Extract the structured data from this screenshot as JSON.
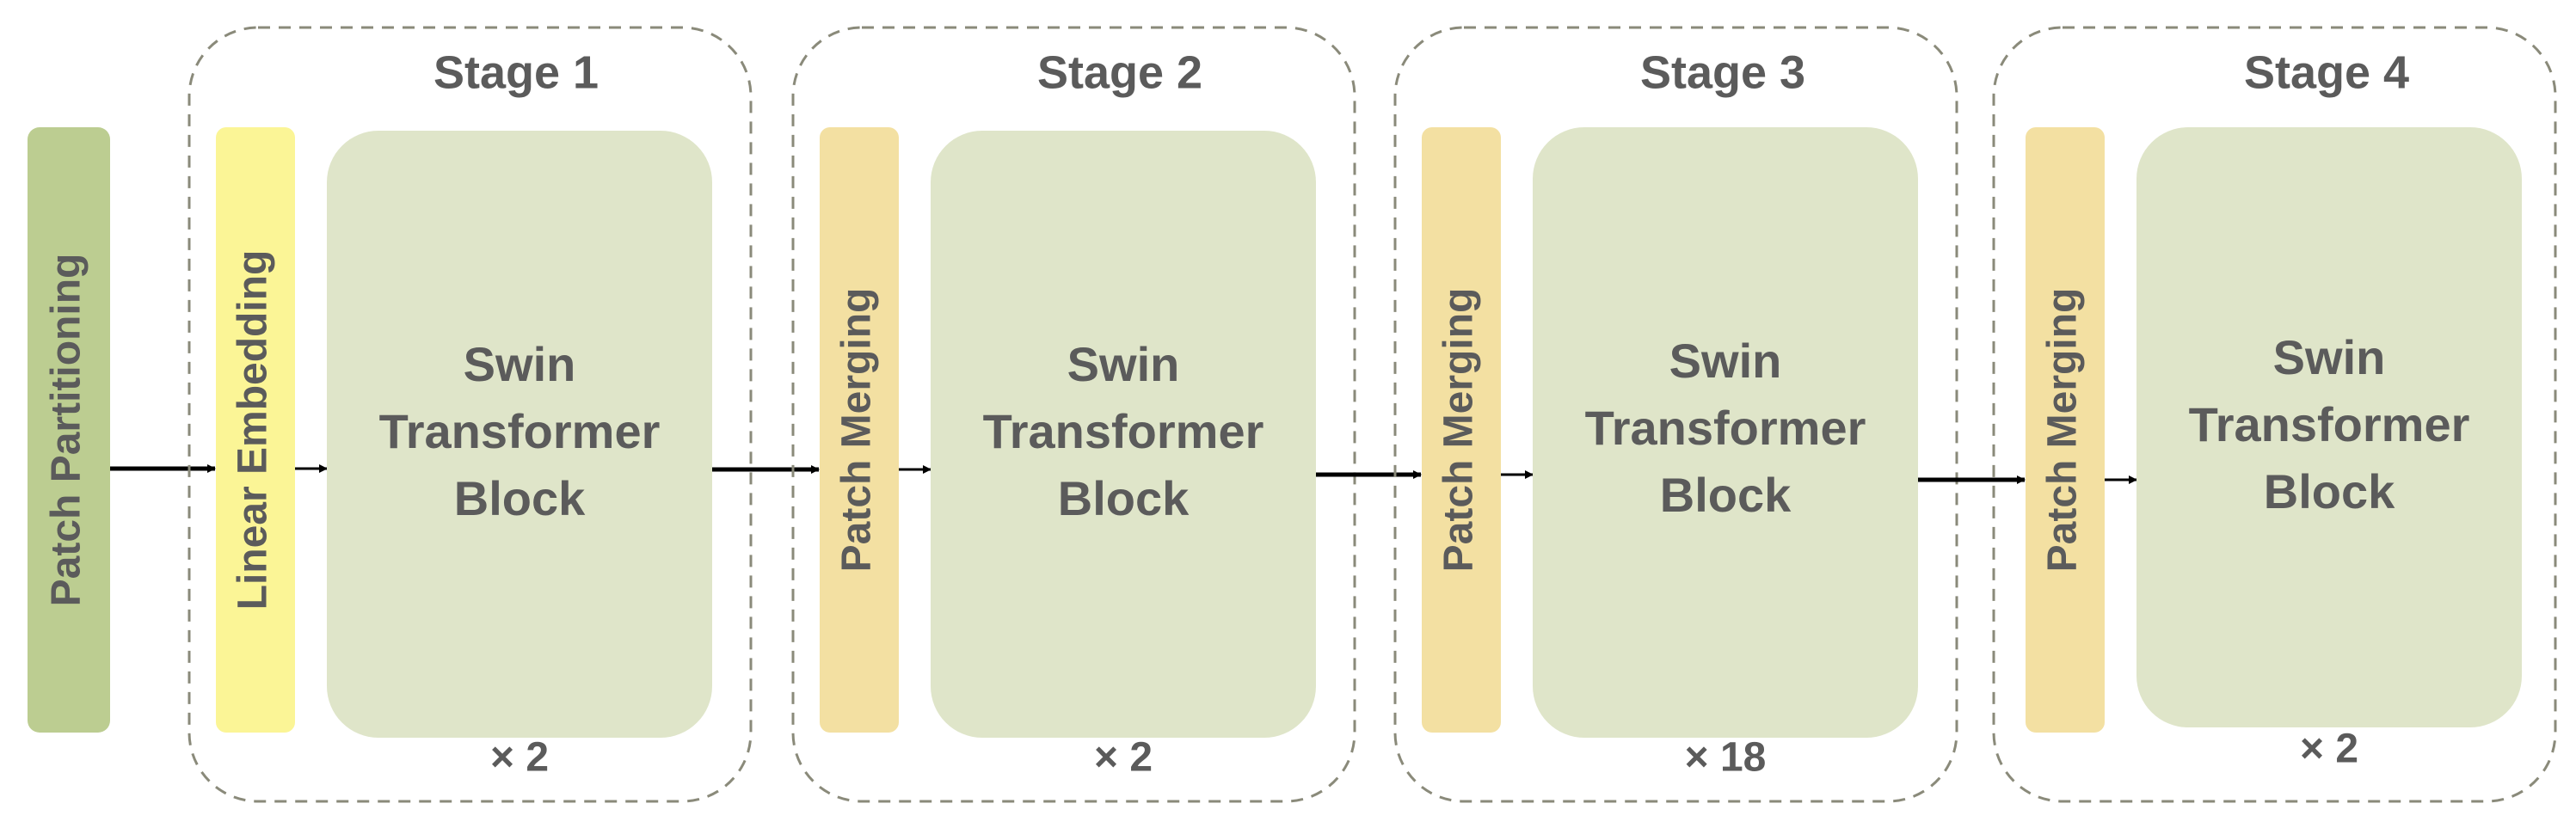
{
  "input_block": {
    "label": "Patch Partitioning",
    "color": "#bccd91"
  },
  "stages": [
    {
      "title": "Stage 1",
      "entry_label": "Linear Embedding",
      "entry_color": "#fbf596",
      "block_lines": [
        "Swin",
        "Transformer",
        "Block"
      ],
      "repeat": "× 2"
    },
    {
      "title": "Stage 2",
      "entry_label": "Patch Merging",
      "entry_color": "#f3e0a2",
      "block_lines": [
        "Swin",
        "Transformer",
        "Block"
      ],
      "repeat": "× 2"
    },
    {
      "title": "Stage 3",
      "entry_label": "Patch Merging",
      "entry_color": "#f3e0a2",
      "block_lines": [
        "Swin",
        "Transformer",
        "Block"
      ],
      "repeat": "× 18"
    },
    {
      "title": "Stage 4",
      "entry_label": "Patch Merging",
      "entry_color": "#f3e0a2",
      "block_lines": [
        "Swin",
        "Transformer",
        "Block"
      ],
      "repeat": "× 2"
    }
  ],
  "colors": {
    "block_fill": "#dfe5c9",
    "stage_border": "#8a8a7a",
    "text": "#5b5b5b",
    "arrow": "#000000"
  }
}
